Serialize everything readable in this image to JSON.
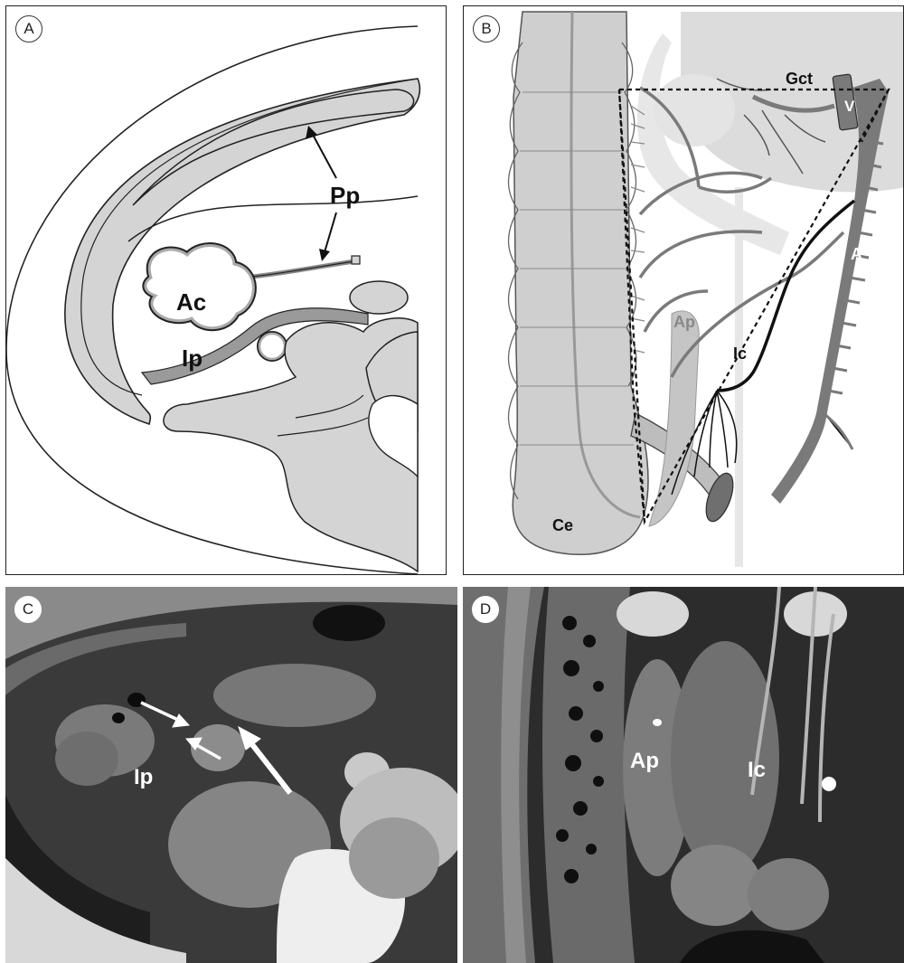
{
  "panels": {
    "a": {
      "badge": "A",
      "labels": {
        "pp": "Pp",
        "ac": "Ac",
        "ip": "Ip"
      }
    },
    "b": {
      "badge": "B",
      "labels": {
        "gct": "Gct",
        "v": "V",
        "a": "A",
        "ap": "Ap",
        "ic": "Ic",
        "ce": "Ce"
      }
    },
    "c": {
      "badge": "C",
      "labels": {
        "ip": "Ip"
      }
    },
    "d": {
      "badge": "D",
      "labels": {
        "ap": "Ap",
        "ic": "Ic"
      }
    }
  },
  "colors": {
    "organ_fill": "#d4d4d4",
    "vessel_gray": "#7a7a7a",
    "outline": "#222222",
    "ileocolic_black": "#111111"
  }
}
